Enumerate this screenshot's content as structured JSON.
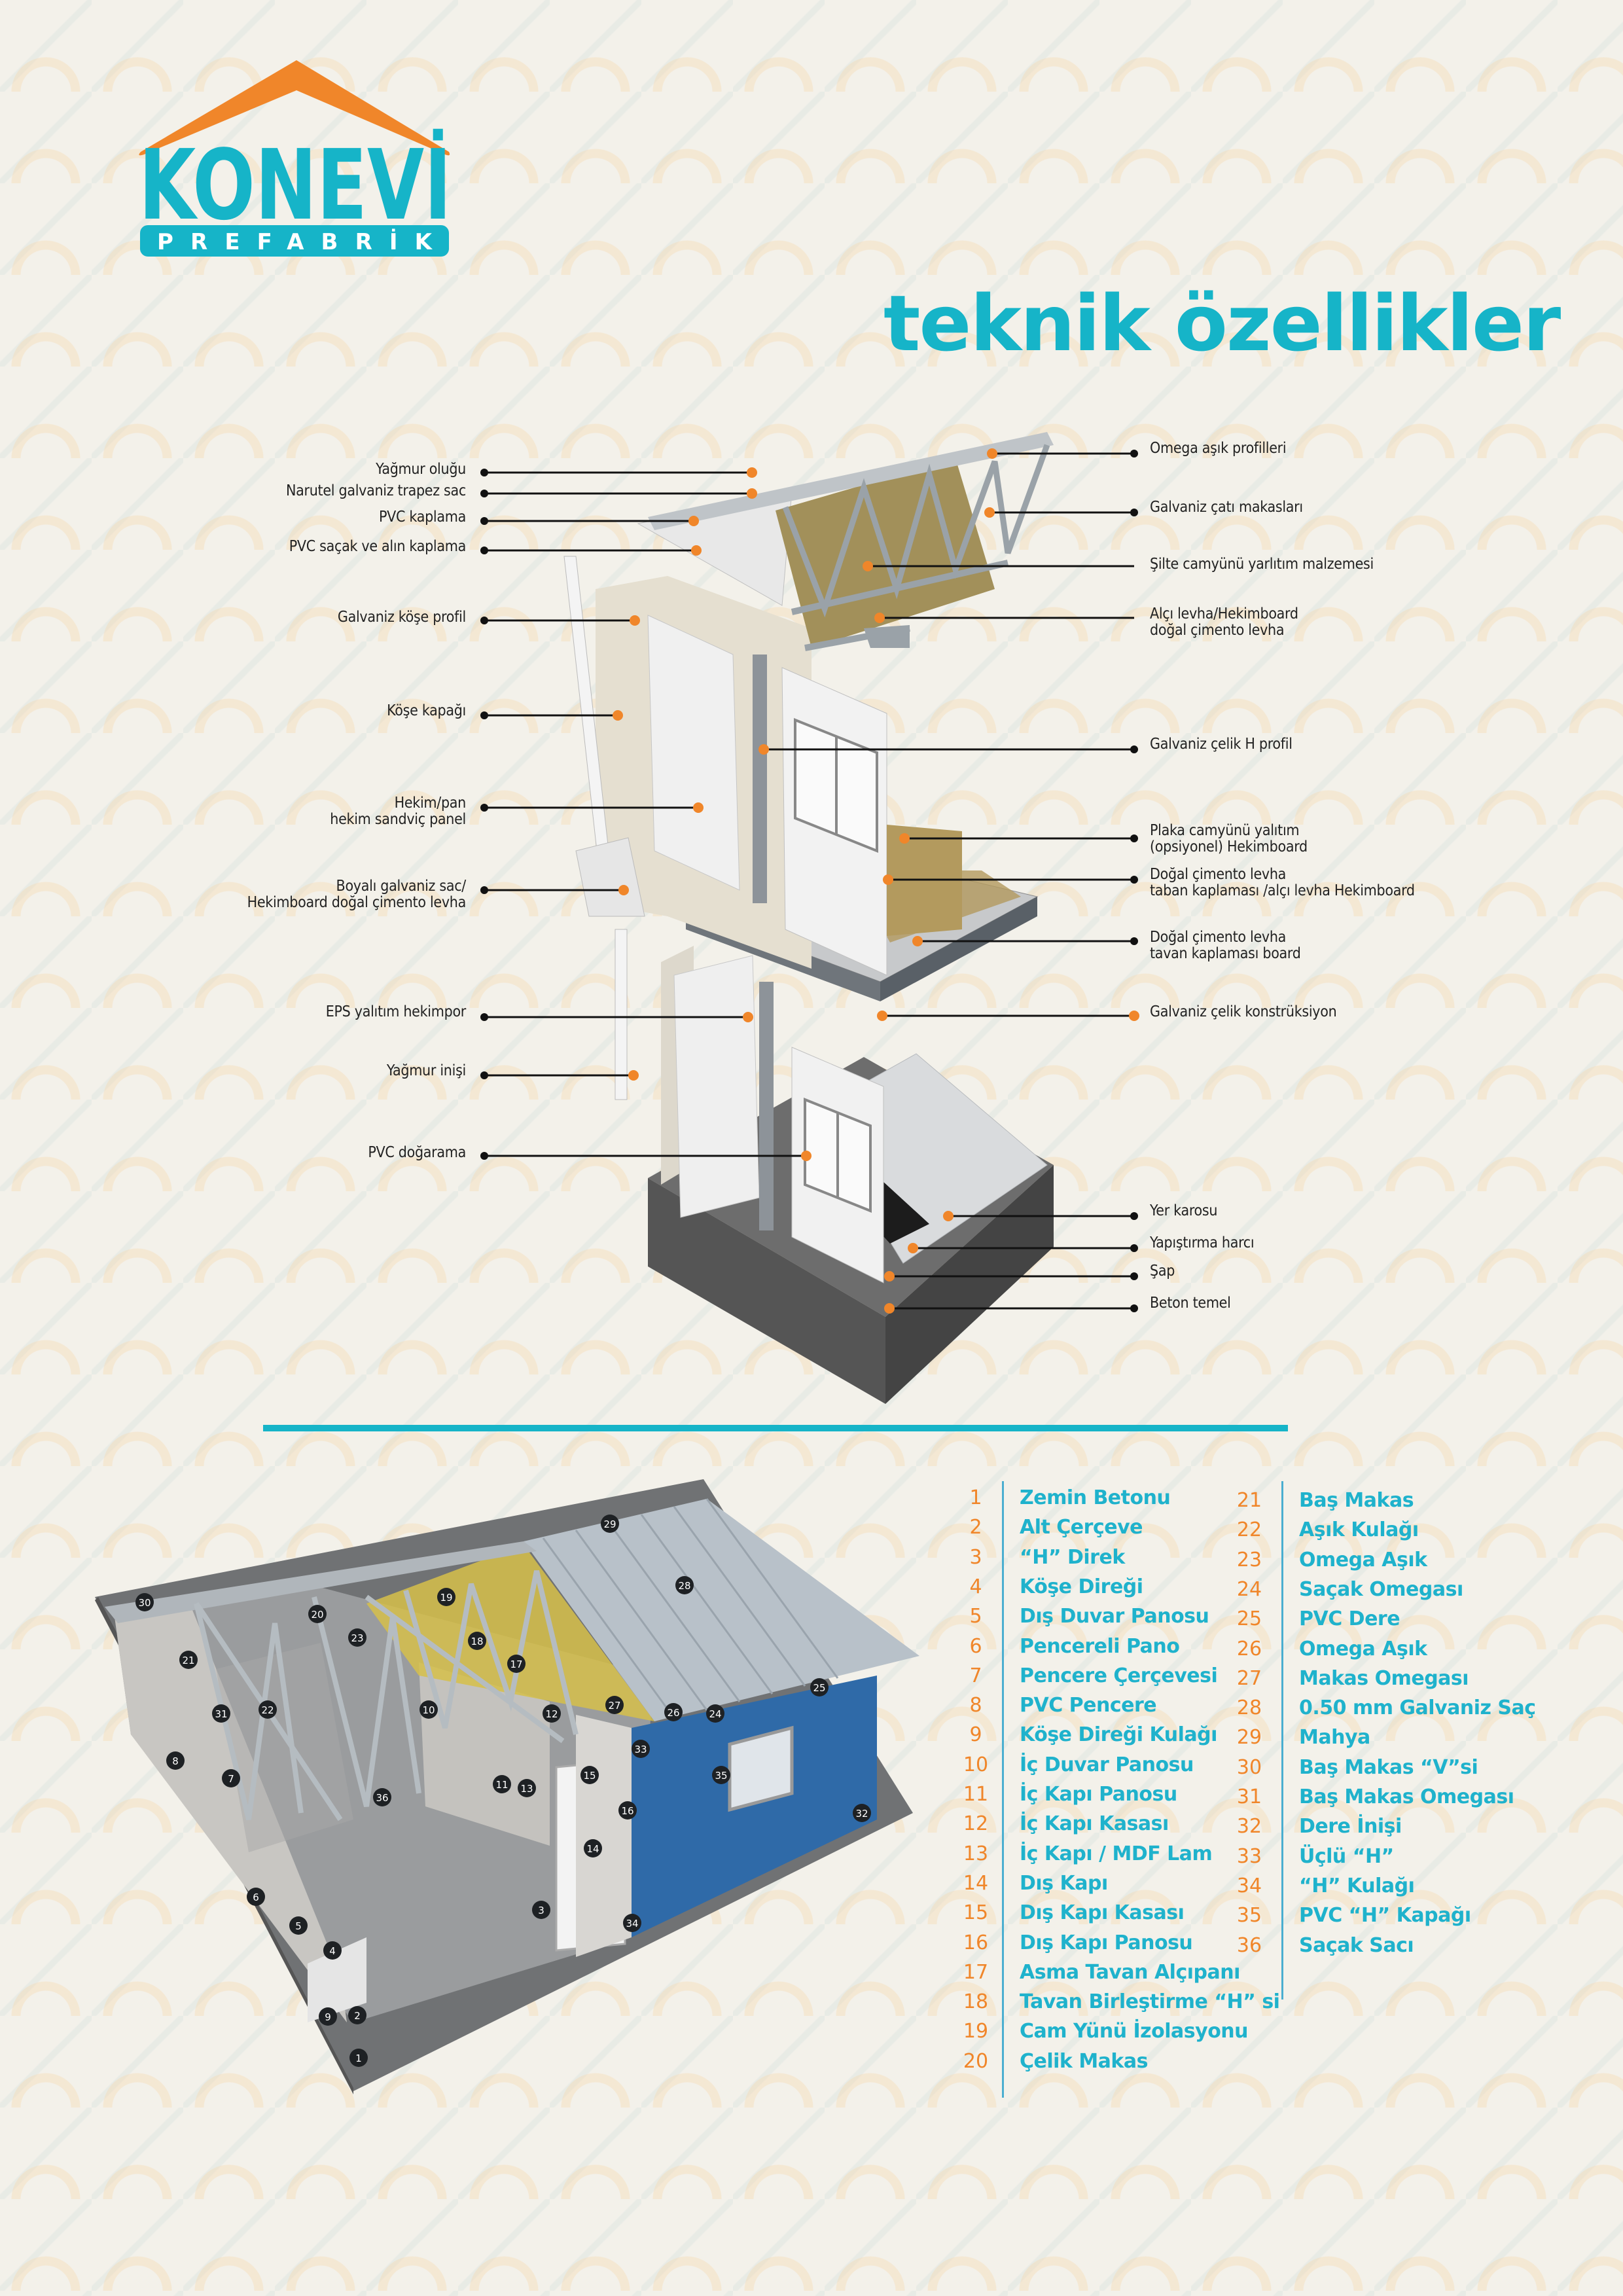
{
  "logo": {
    "brand": "KONEVİ",
    "subtitle": "PREFABRİK"
  },
  "title": "teknik özellikler",
  "colors": {
    "accent": "#16b4c8",
    "orange": "#f0862a",
    "text": "#222222",
    "background": "#f3f1ea"
  },
  "exploded_labels_left": [
    {
      "lines": [
        "Yağmur oluğu"
      ]
    },
    {
      "lines": [
        "Narutel galvaniz trapez sac"
      ]
    },
    {
      "lines": [
        "PVC kaplama"
      ]
    },
    {
      "lines": [
        "PVC saçak ve alın kaplama"
      ]
    },
    {
      "lines": [
        "Galvaniz köşe profil"
      ]
    },
    {
      "lines": [
        "Köşe kapağı"
      ]
    },
    {
      "lines": [
        "Hekim/pan",
        "hekim sandviç panel"
      ]
    },
    {
      "lines": [
        "Boyalı galvaniz sac/",
        "Hekimboard doğal çimento levha"
      ]
    },
    {
      "lines": [
        "EPS yalıtım hekimpor"
      ]
    },
    {
      "lines": [
        "Yağmur inişi"
      ]
    },
    {
      "lines": [
        "PVC doğarama"
      ]
    }
  ],
  "exploded_labels_right": [
    {
      "lines": [
        "Omega aşık profilleri"
      ]
    },
    {
      "lines": [
        "Galvaniz çatı makasları"
      ]
    },
    {
      "lines": [
        "Şilte camyünü yarlıtım malzemesi"
      ]
    },
    {
      "lines": [
        "Alçı levha/Hekimboard",
        "doğal çimento levha"
      ]
    },
    {
      "lines": [
        "Galvaniz çelik H profil"
      ]
    },
    {
      "lines": [
        "Plaka camyünü yalıtım",
        "(opsiyonel) Hekimboard"
      ]
    },
    {
      "lines": [
        "Doğal çimento levha",
        "taban kaplaması /alçı levha Hekimboard"
      ]
    },
    {
      "lines": [
        "Doğal çimento levha",
        "tavan kaplaması board"
      ]
    },
    {
      "lines": [
        "Galvaniz çelik konstrüksiyon"
      ]
    },
    {
      "lines": [
        "Yer karosu"
      ]
    },
    {
      "lines": [
        "Yapıştırma harcı"
      ]
    },
    {
      "lines": [
        "Şap"
      ]
    },
    {
      "lines": [
        "Beton temel"
      ]
    }
  ],
  "parts": [
    {
      "n": "1",
      "name": "Zemin Betonu"
    },
    {
      "n": "2",
      "name": "Alt Çerçeve"
    },
    {
      "n": "3",
      "name": "“H” Direk"
    },
    {
      "n": "4",
      "name": "Köşe Direği"
    },
    {
      "n": "5",
      "name": "Dış Duvar Panosu"
    },
    {
      "n": "6",
      "name": "Pencereli Pano"
    },
    {
      "n": "7",
      "name": "Pencere Çerçevesi"
    },
    {
      "n": "8",
      "name": "PVC Pencere"
    },
    {
      "n": "9",
      "name": "Köşe Direği Kulağı"
    },
    {
      "n": "10",
      "name": "İç Duvar Panosu"
    },
    {
      "n": "11",
      "name": "İç Kapı Panosu"
    },
    {
      "n": "12",
      "name": "İç Kapı Kasası"
    },
    {
      "n": "13",
      "name": "İç Kapı / MDF Lam"
    },
    {
      "n": "14",
      "name": "Dış Kapı"
    },
    {
      "n": "15",
      "name": "Dış Kapı Kasası"
    },
    {
      "n": "16",
      "name": "Dış Kapı Panosu"
    },
    {
      "n": "17",
      "name": "Asma Tavan Alçıpanı"
    },
    {
      "n": "18",
      "name": "Tavan Birleştirme “H” si"
    },
    {
      "n": "19",
      "name": "Cam Yünü İzolasyonu"
    },
    {
      "n": "20",
      "name": "Çelik Makas"
    },
    {
      "n": "21",
      "name": "Baş Makas"
    },
    {
      "n": "22",
      "name": "Aşık Kulağı"
    },
    {
      "n": "23",
      "name": "Omega Aşık"
    },
    {
      "n": "24",
      "name": "Saçak Omegası"
    },
    {
      "n": "25",
      "name": "PVC Dere"
    },
    {
      "n": "26",
      "name": "Omega Aşık"
    },
    {
      "n": "27",
      "name": "Makas Omegası"
    },
    {
      "n": "28",
      "name": "0.50 mm Galvaniz Saç"
    },
    {
      "n": "29",
      "name": "Mahya"
    },
    {
      "n": "30",
      "name": "Baş Makas “V”si"
    },
    {
      "n": "31",
      "name": "Baş Makas Omegası"
    },
    {
      "n": "32",
      "name": "Dere İnişi"
    },
    {
      "n": "33",
      "name": "Üçlü “H”"
    },
    {
      "n": "34",
      "name": "“H” Kulağı"
    },
    {
      "n": "35",
      "name": "PVC “H” Kapağı"
    },
    {
      "n": "36",
      "name": "Saçak Sacı"
    }
  ]
}
